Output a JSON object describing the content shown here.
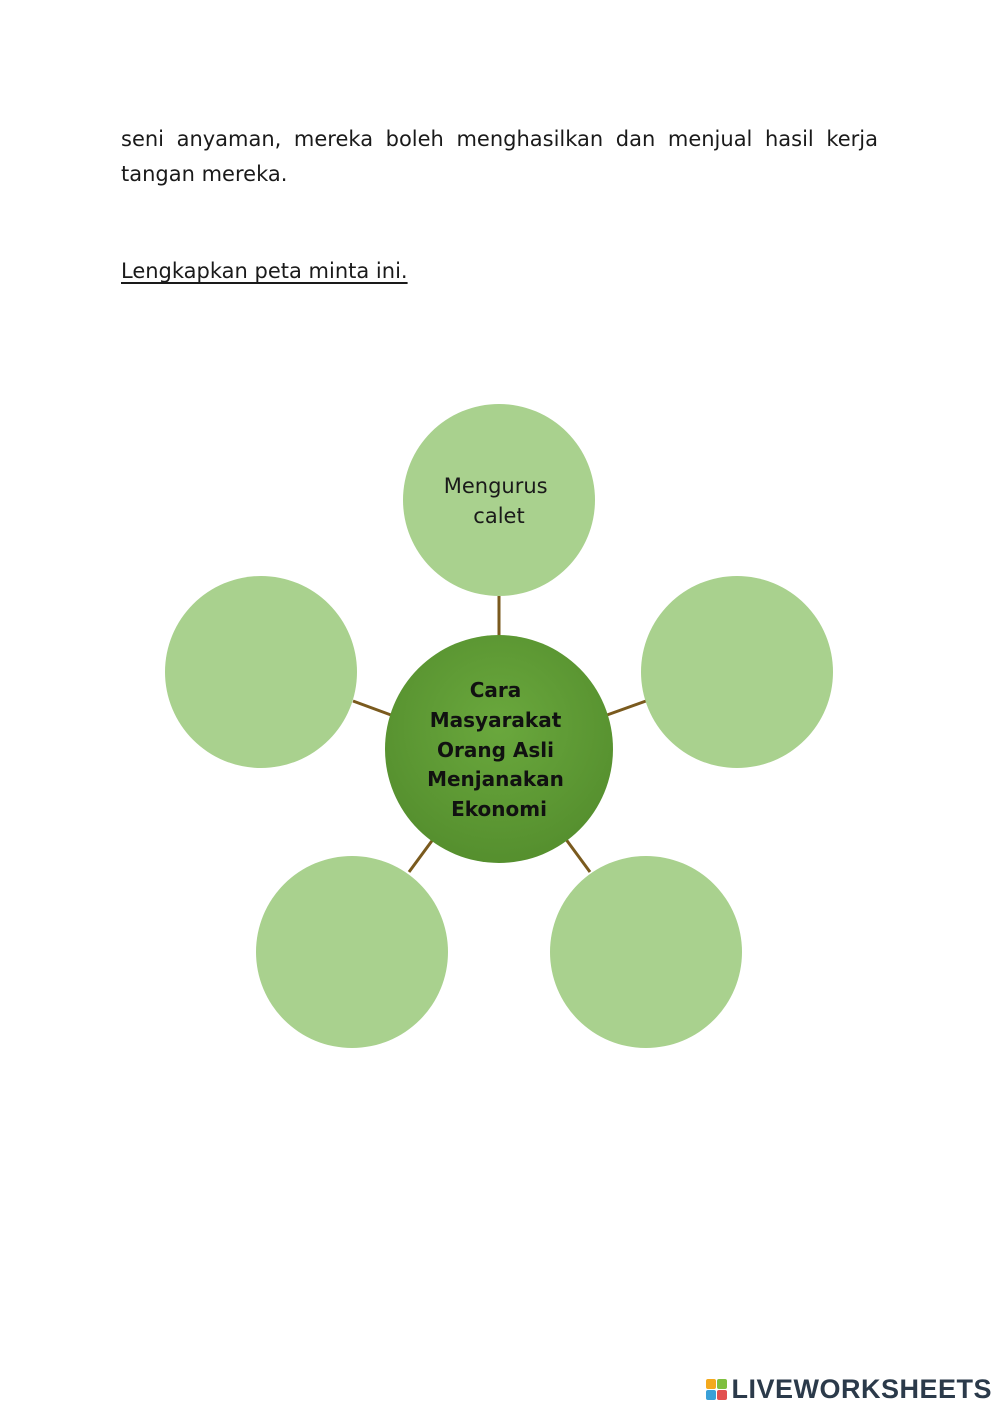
{
  "document": {
    "paragraph": "seni anyaman, mereka boleh menghasilkan dan menjual hasil kerja tangan mereka.",
    "instruction": "Lengkapkan peta minta ini."
  },
  "mindmap": {
    "center": {
      "lines": [
        "Cara",
        "Masyarakat",
        "Orang Asli",
        "Menjanakan",
        "Ekonomi"
      ],
      "color": "#5e9a35"
    },
    "branches": [
      {
        "id": "top",
        "lines": [
          "Mengurus",
          "calet"
        ]
      },
      {
        "id": "right",
        "lines": []
      },
      {
        "id": "bottom-right",
        "lines": []
      },
      {
        "id": "bottom-left",
        "lines": []
      },
      {
        "id": "left",
        "lines": []
      }
    ],
    "branch_color": "#a9d18e",
    "connector_color": "#7a5a1e"
  },
  "footer": {
    "logo_text": "LIVEWORKSHEETS",
    "logo_icon": "liveworksheets-logo-icon",
    "logo_colors": [
      "#f4a91c",
      "#7fbf3f",
      "#3aa0d8",
      "#e2504f"
    ]
  }
}
